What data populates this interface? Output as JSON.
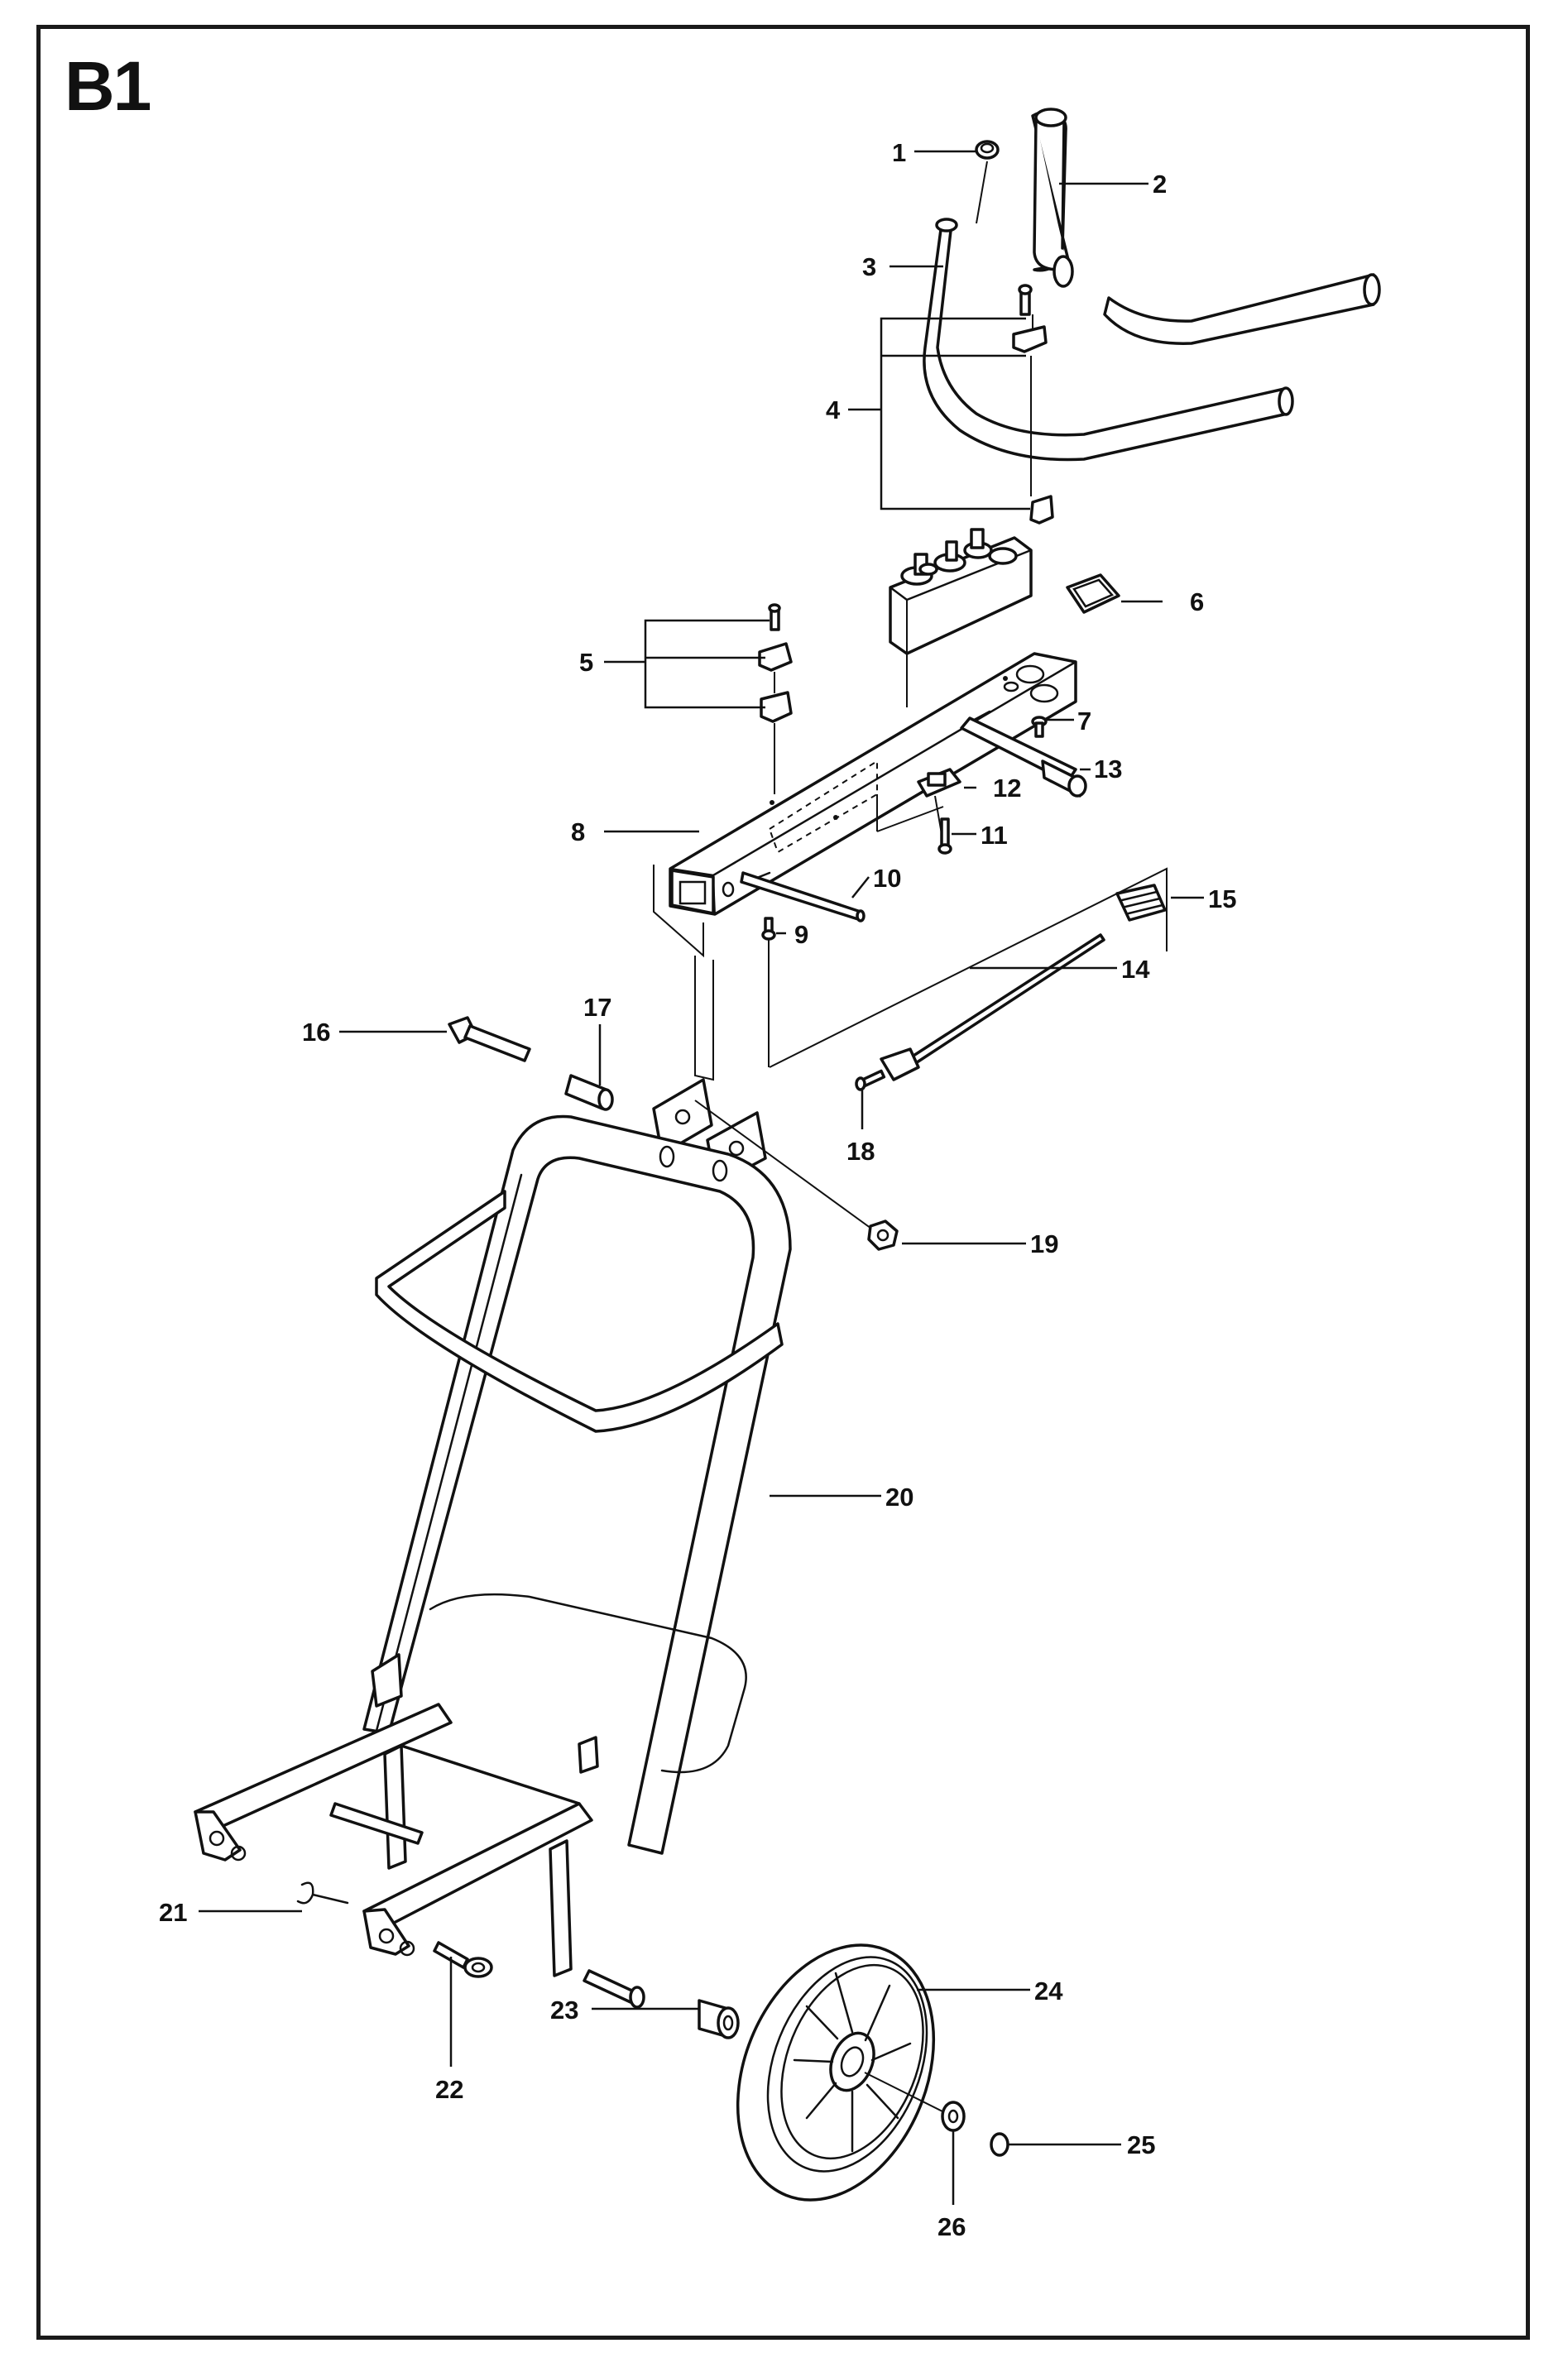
{
  "diagram": {
    "title": "B1",
    "callouts": [
      "1",
      "2",
      "3",
      "4",
      "5",
      "6",
      "7",
      "8",
      "9",
      "10",
      "11",
      "12",
      "13",
      "14",
      "15",
      "16",
      "17",
      "18",
      "19",
      "20",
      "21",
      "22",
      "23",
      "24",
      "25",
      "26"
    ]
  }
}
